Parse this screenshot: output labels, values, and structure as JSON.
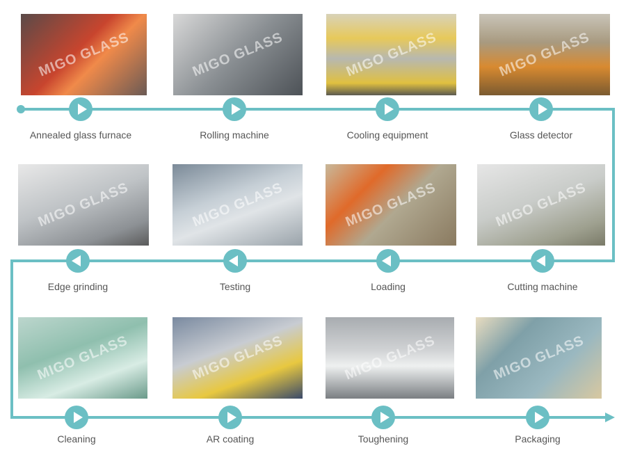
{
  "watermark": "MIGO GLASS",
  "accent_color": "#6bbfc4",
  "steps": [
    {
      "label": "Annealed glass furnace",
      "direction": "right",
      "photo": "furnace"
    },
    {
      "label": "Rolling machine",
      "direction": "right",
      "photo": "rolling"
    },
    {
      "label": "Cooling equipment",
      "direction": "right",
      "photo": "cooling"
    },
    {
      "label": "Glass detector",
      "direction": "right",
      "photo": "detector"
    },
    {
      "label": "Edge grinding",
      "direction": "left",
      "photo": "grinding"
    },
    {
      "label": "Testing",
      "direction": "left",
      "photo": "testing"
    },
    {
      "label": "Loading",
      "direction": "left",
      "photo": "loading"
    },
    {
      "label": "Cutting machine",
      "direction": "left",
      "photo": "cutting"
    },
    {
      "label": "Cleaning",
      "direction": "right",
      "photo": "cleaning"
    },
    {
      "label": "AR coating",
      "direction": "right",
      "photo": "coating"
    },
    {
      "label": "Toughening",
      "direction": "right",
      "photo": "toughening"
    },
    {
      "label": "Packaging",
      "direction": "right",
      "photo": "packaging"
    }
  ]
}
